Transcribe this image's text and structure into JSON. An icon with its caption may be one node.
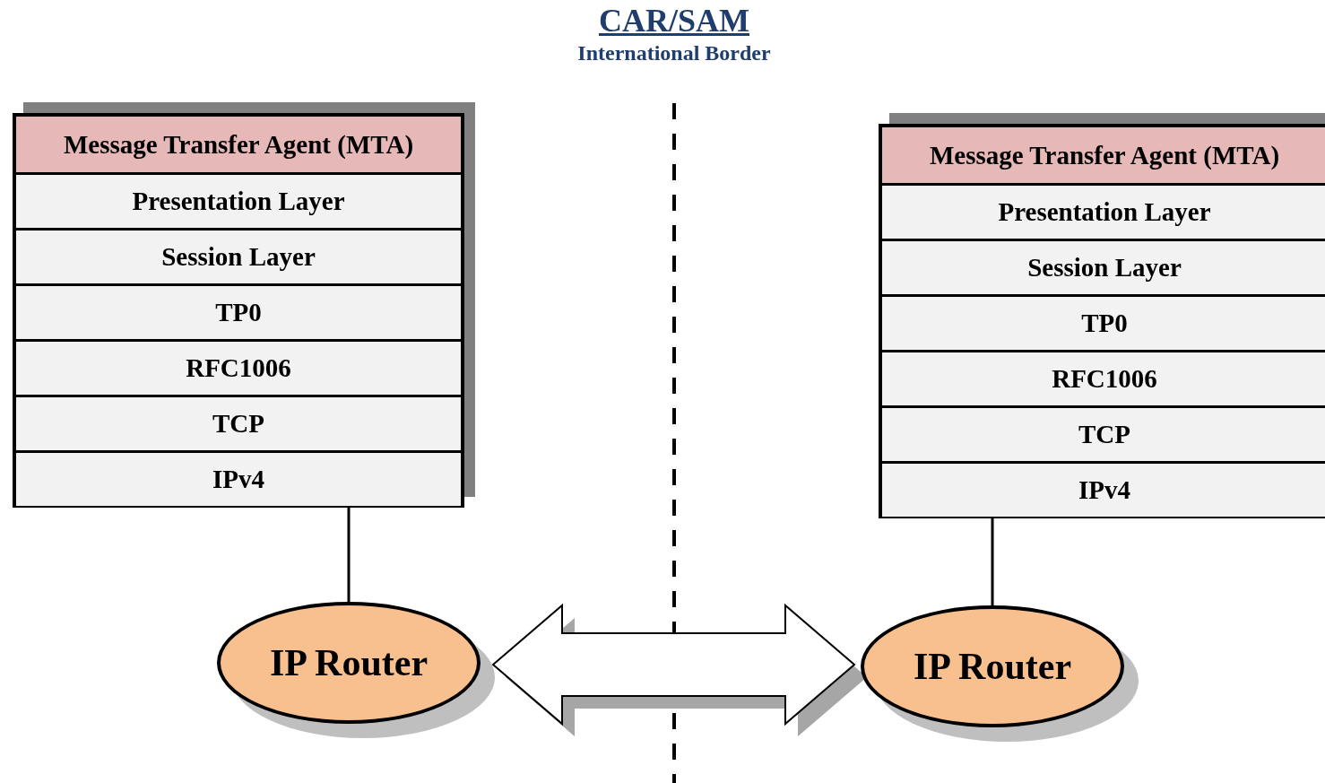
{
  "diagram": {
    "title": "CAR/SAM",
    "nodes": [
      {
        "text": [],
        "shape": "box"
      },
      {
        "text": [
          "Message Transfer Agent (MTA)"
        ],
        "in": 0
      },
      {
        "text": [
          "Presentation Layer"
        ],
        "in": 0
      },
      {
        "text": [
          "Session Layer"
        ],
        "in": 0
      },
      {
        "text": [
          "TP0"
        ],
        "in": 0
      },
      {
        "text": [
          "RFC1006"
        ],
        "in": 0
      },
      {
        "text": [
          "TCP"
        ],
        "in": 0
      },
      {
        "text": [
          "IPv4"
        ],
        "in": 0
      },
      {
        "text": [],
        "shape": "box"
      },
      {
        "text": [
          "Message Transfer Agent (MTA)"
        ],
        "in": 8
      },
      {
        "text": [
          "Presentation Layer"
        ],
        "in": 8
      },
      {
        "text": [
          "Session Layer"
        ],
        "in": 8
      },
      {
        "text": [
          "TP0"
        ],
        "in": 8
      },
      {
        "text": [
          "RFC1006"
        ],
        "in": 8
      },
      {
        "text": [
          "TCP"
        ],
        "in": 8
      },
      {
        "text": [
          "IPv4"
        ],
        "in": 8
      },
      {
        "text": [
          "IP Router"
        ]
      },
      {
        "text": [
          "IP Router"
        ]
      }
    ],
    "edges": [
      {
        "from": 7,
        "to": 16,
        "arrow": "none"
      },
      {
        "from": 15,
        "to": 17,
        "arrow": "none"
      },
      {
        "from": 16,
        "to": 17,
        "arrow": "both",
        "style": "thick"
      }
    ],
    "labels": [
      "International Border"
    ]
  }
}
